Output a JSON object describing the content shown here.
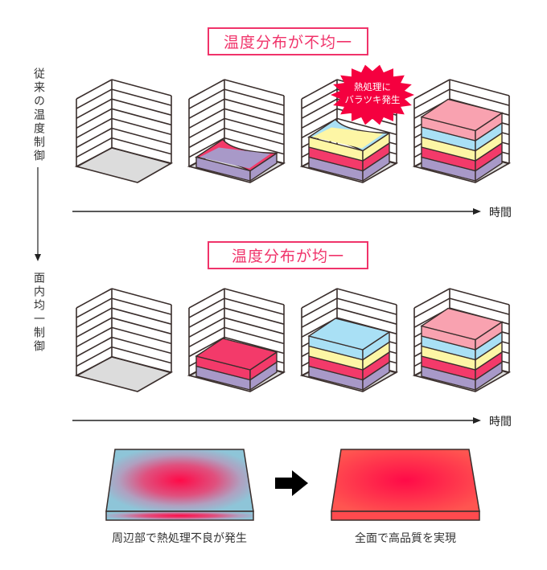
{
  "conventional": {
    "side_label": "従来の温度制御",
    "title": "温度分布が不均一",
    "burst_line1": "熱処理に",
    "burst_line2": "バラツキ発生",
    "time_label": "時間",
    "stages": [
      {
        "layers": []
      },
      {
        "layers": [
          "purple"
        ],
        "uneven": true
      },
      {
        "layers": [
          "purple",
          "red",
          "yellow"
        ],
        "uneven": true
      },
      {
        "layers": [
          "purple",
          "red",
          "yellow",
          "blue",
          "pink"
        ]
      }
    ]
  },
  "uniform": {
    "side_label": "面内均一制御",
    "title": "温度分布が均一",
    "time_label": "時間",
    "stages": [
      {
        "layers": []
      },
      {
        "layers": [
          "purple",
          "red"
        ]
      },
      {
        "layers": [
          "purple",
          "red",
          "yellow",
          "blue"
        ]
      },
      {
        "layers": [
          "purple",
          "red",
          "yellow",
          "blue",
          "pink"
        ]
      }
    ]
  },
  "comparison": {
    "left_caption": "周辺部で熱処理不良が発生",
    "right_caption": "全面で高品質を実現"
  },
  "colors": {
    "line": "#3a2e2c",
    "floor": "#dcdcdc",
    "purple": "#a899c8",
    "red": "#f33a6a",
    "yellow": "#fdf6a5",
    "blue": "#a9e0f5",
    "pink": "#f9a2b0",
    "accent": "#f0336a",
    "burst": "#f5003f"
  }
}
